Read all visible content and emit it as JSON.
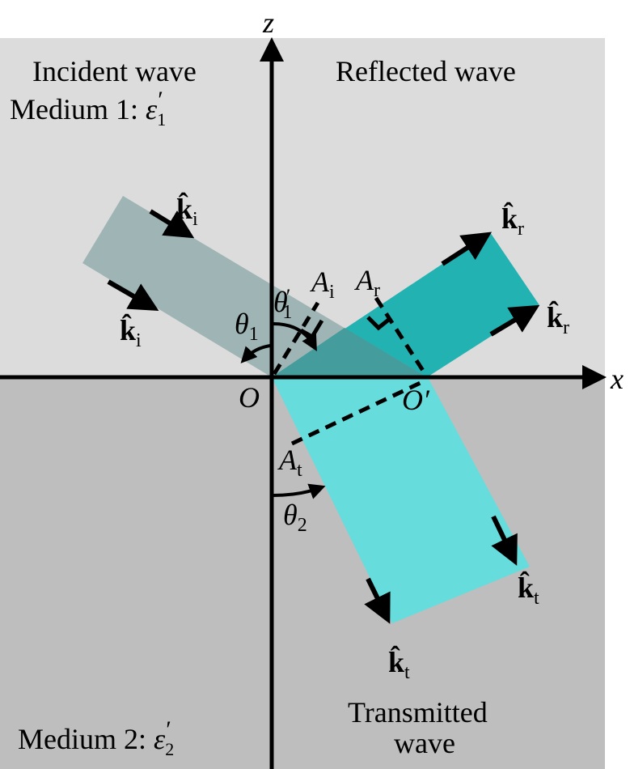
{
  "labels": {
    "z_axis": "z",
    "x_axis": "x",
    "origin": "O",
    "origin_prime": "O′",
    "incident_wave": "Incident wave",
    "reflected_wave": "Reflected wave",
    "transmitted_wave_line1": "Transmitted",
    "transmitted_wave_line2": "wave",
    "medium1": "Medium 1: ",
    "medium1_symbol": "ε",
    "medium1_sub": "1",
    "medium2": "Medium 2: ",
    "medium2_symbol": "ε",
    "medium2_sub": "2",
    "prime": "′",
    "k_hat": "k̂",
    "sub_i": "i",
    "sub_r": "r",
    "sub_t": "t",
    "A": "A",
    "theta": "θ",
    "theta1_sub": "1",
    "theta2_sub": "2"
  },
  "colors": {
    "medium1_bg": "#dcdcdc",
    "medium2_bg": "#bebebe",
    "incident_beam": "#9fb4b4",
    "reflected_beam": "#22b2b2",
    "overlap": "#449c9c",
    "transmitted_beam": "#66dcdc"
  }
}
